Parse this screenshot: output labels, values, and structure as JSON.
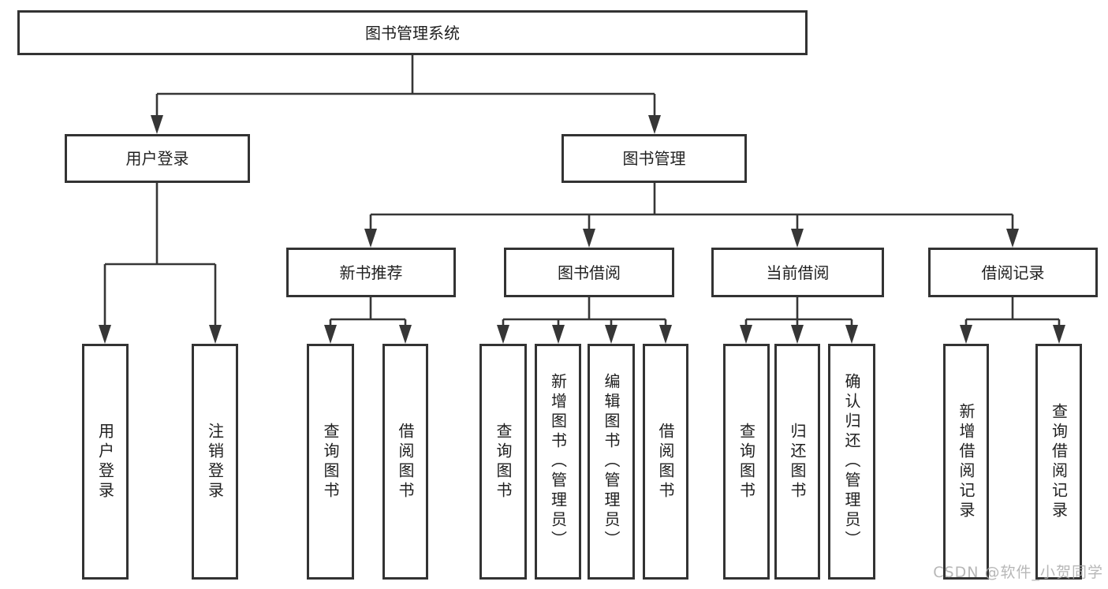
{
  "diagram": {
    "type": "tree",
    "hierarchy": {
      "label": "图书管理系统",
      "children": [
        {
          "label": "用户登录",
          "children": [
            {
              "label": "用户登录"
            },
            {
              "label": "注销登录"
            }
          ]
        },
        {
          "label": "图书管理",
          "children": [
            {
              "label": "新书推荐",
              "children": [
                {
                  "label": "查询图书"
                },
                {
                  "label": "借阅图书"
                }
              ]
            },
            {
              "label": "图书借阅",
              "children": [
                {
                  "label": "查询图书"
                },
                {
                  "label": "新增图书（管理员）"
                },
                {
                  "label": "编辑图书（管理员）"
                },
                {
                  "label": "借阅图书"
                }
              ]
            },
            {
              "label": "当前借阅",
              "children": [
                {
                  "label": "查询图书"
                },
                {
                  "label": "归还图书"
                },
                {
                  "label": "确认归还（管理员）"
                }
              ]
            },
            {
              "label": "借阅记录",
              "children": [
                {
                  "label": "新增借阅记录"
                },
                {
                  "label": "查询借阅记录"
                }
              ]
            }
          ]
        }
      ]
    }
  },
  "watermark": "CSDN @软件_小贺同学",
  "colors": {
    "line": "#363636",
    "border": "#333333",
    "text": "#1f1f1f",
    "background": "#ffffff",
    "watermark": "#ababab"
  }
}
